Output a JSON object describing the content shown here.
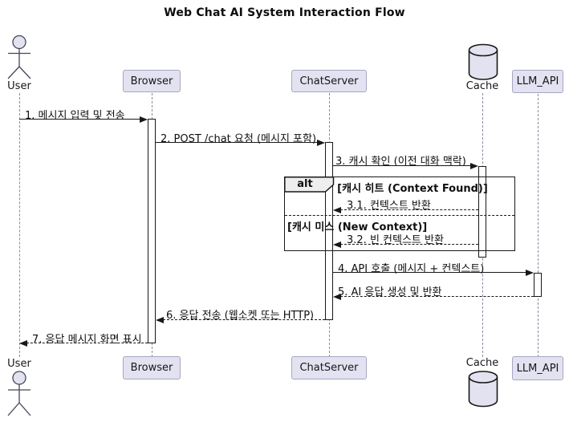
{
  "title": "Web Chat AI System Interaction Flow",
  "participants": [
    {
      "name": "User",
      "type": "actor"
    },
    {
      "name": "Browser",
      "type": "participant"
    },
    {
      "name": "ChatServer",
      "type": "participant"
    },
    {
      "name": "Cache",
      "type": "database"
    },
    {
      "name": "LLM_API",
      "type": "participant"
    }
  ],
  "messages": [
    {
      "label": "1. 메시지 입력 및 전송",
      "from": "User",
      "to": "Browser",
      "style": "solid"
    },
    {
      "label": "2. POST /chat 요청 (메시지 포함)",
      "from": "Browser",
      "to": "ChatServer",
      "style": "solid"
    },
    {
      "label": "3. 캐시 확인 (이전 대화 맥락)",
      "from": "ChatServer",
      "to": "Cache",
      "style": "solid"
    },
    {
      "label": "3.1. 컨텍스트 반환",
      "from": "Cache",
      "to": "ChatServer",
      "style": "dashed"
    },
    {
      "label": "3.2. 빈 컨텍스트 반환",
      "from": "Cache",
      "to": "ChatServer",
      "style": "dashed"
    },
    {
      "label": "4. API 호출 (메시지 + 컨텍스트)",
      "from": "ChatServer",
      "to": "LLM_API",
      "style": "solid"
    },
    {
      "label": "5. AI 응답 생성 및 반환",
      "from": "LLM_API",
      "to": "ChatServer",
      "style": "dashed"
    },
    {
      "label": "6. 응답 전송 (웹소켓 또는 HTTP)",
      "from": "ChatServer",
      "to": "Browser",
      "style": "dashed"
    },
    {
      "label": "7. 응답 메시지 화면 표시",
      "from": "Browser",
      "to": "User",
      "style": "dashed"
    }
  ],
  "alt_frame": {
    "operator": "alt",
    "guard_hit": "[캐시 히트 (Context Found)]",
    "guard_miss": "[캐시 미스 (New Context)]"
  },
  "colors": {
    "participant_fill": "#E2E2F0",
    "participant_border": "#A6A6C4",
    "line": "#181818",
    "lifeline": "#8A8A9E",
    "frame_label_fill": "#EEEEEE",
    "background": "#FFFFFF"
  }
}
